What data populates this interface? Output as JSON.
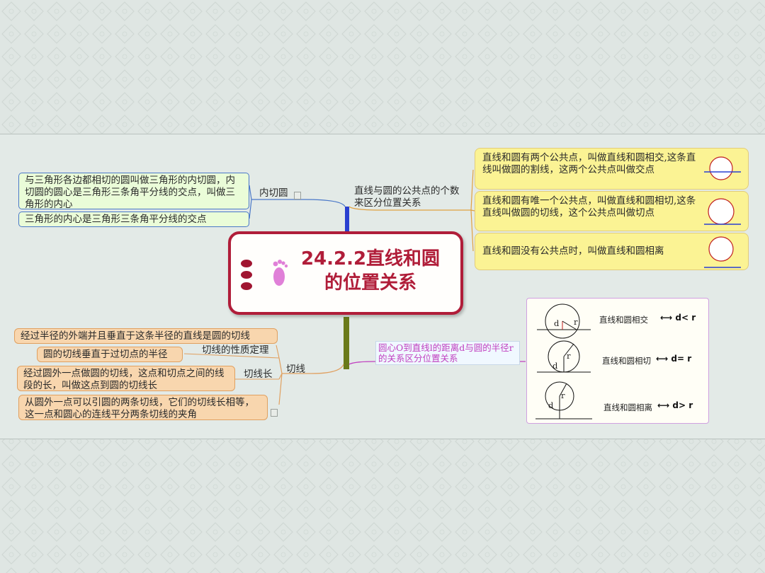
{
  "central": {
    "title": "24.2.2直线和圆的位置关系"
  },
  "left_top": {
    "branch_label": "内切圆",
    "items": [
      "与三角形各边都相切的圆叫做三角形的内切圆，内切圆的圆心是三角形三条角平分线的交点，叫做三角形的内心",
      "三角形的内心是三角形三条角平分线的交点"
    ]
  },
  "left_bottom": {
    "branch_label": "切线",
    "sub_property_label": "切线的性质定理",
    "sub_length_label": "切线长",
    "items": [
      "经过半径的外端并且垂直于这条半径的直线是圆的切线",
      "圆的切线垂直于过切点的半径",
      "经过圆外一点做圆的切线，这点和切点之间的线段的长，叫做这点到圆的切线长",
      "从圆外一点可以引圆的两条切线，它们的切线长相等，这一点和圆心的连线平分两条切线的夹角"
    ]
  },
  "right_top": {
    "branch_label": "直线与圆的公共点的个数来区分位置关系",
    "items": [
      "直线和圆有两个公共点，叫做直线和圆相交,这条直线叫做圆的割线，这两个公共点叫做交点",
      "直线和圆有唯一个公共点，叫做直线和圆相切,这条直线叫做圆的切线，这个公共点叫做切点",
      "直线和圆没有公共点时，叫做直线和圆相离"
    ]
  },
  "right_bottom": {
    "branch_label": "圆心O到直线l的距离d与圆的半径r的关系区分位置关系",
    "rows": [
      {
        "label": "直线和圆相交",
        "relation": "d< r"
      },
      {
        "label": "直线和圆相切",
        "relation": "d= r"
      },
      {
        "label": "直线和圆相离",
        "relation": "d> r"
      }
    ],
    "d_letter": "d",
    "r_letter": "r"
  },
  "colors": {
    "central_border": "#b01d39",
    "purple_link": "#c040c0",
    "green_link": "#6a7a1a",
    "blue_link": "#2a40d0"
  }
}
